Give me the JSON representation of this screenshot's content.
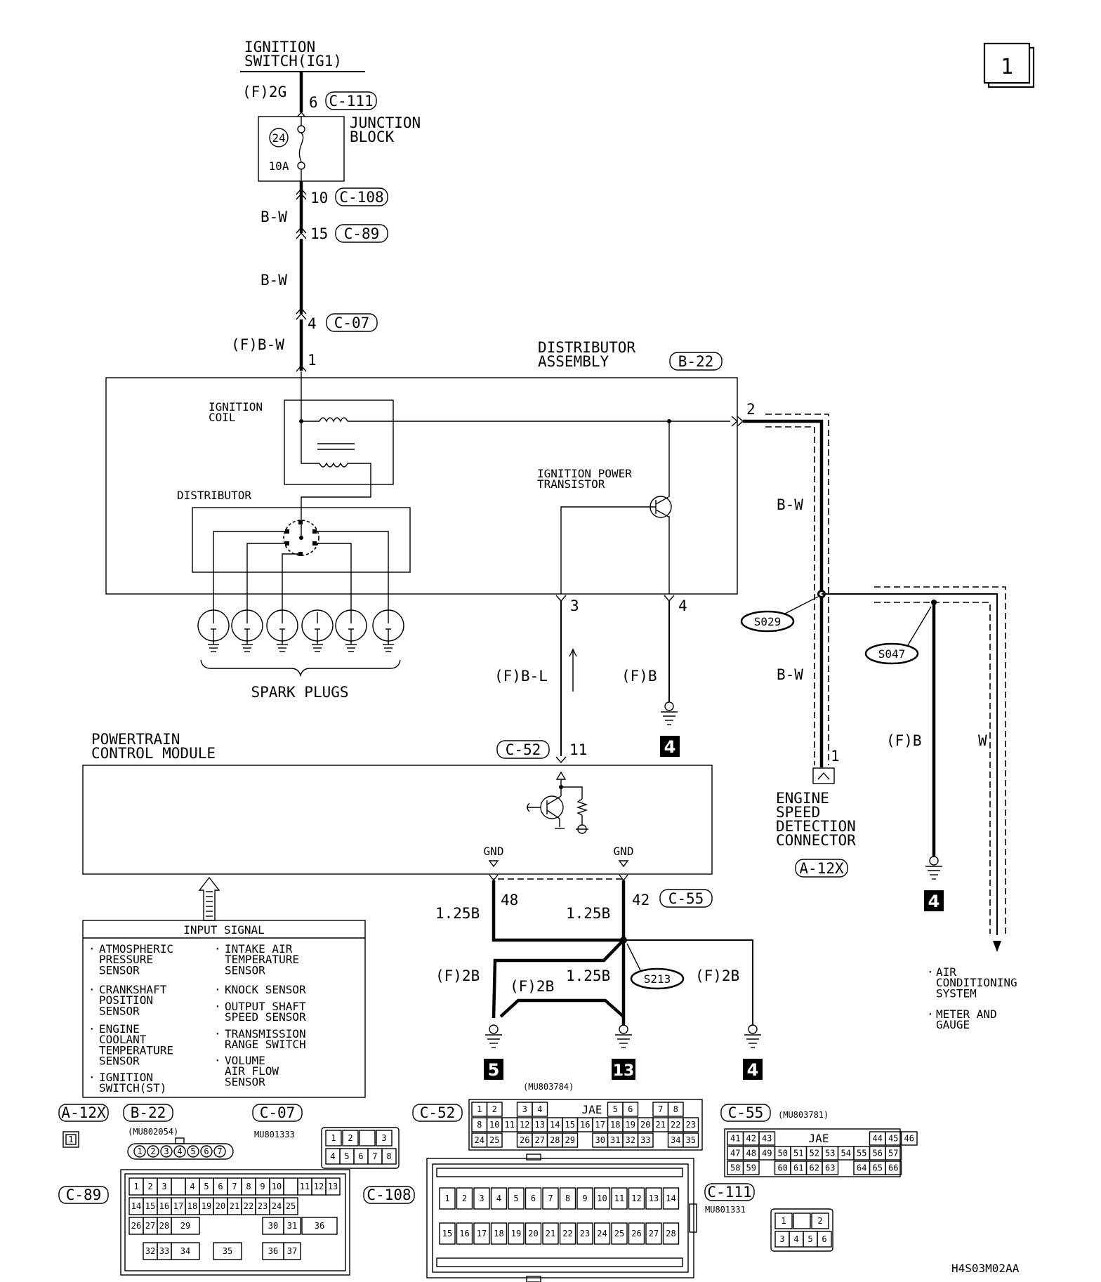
{
  "page_number": "1",
  "sources": {
    "ignition_switch": "IGNITION\nSWITCH(IG1)",
    "junction_block": "JUNCTION\nBLOCK",
    "fuse_no": "24",
    "fuse_amp": "10A"
  },
  "wires": {
    "f_2g": "(F)2G",
    "bw_1": "B-W",
    "bw_2": "B-W",
    "f_bw": "(F)B-W",
    "f_bl": "(F)B-L",
    "f_b_transistor": "(F)B",
    "bw_out_1": "B-W",
    "bw_out_2": "B-W",
    "f_b_s047": "(F)B",
    "w_ac": "W",
    "b125_48": "1.25B",
    "b125_42": "1.25B",
    "b125_mid": "1.25B",
    "f2b_left": "(F)2B",
    "f2b_mid": "(F)2B",
    "f2b_right": "(F)2B"
  },
  "pins": {
    "p6": "6",
    "p10": "10",
    "p15": "15",
    "p4": "4",
    "p1": "1",
    "p2": "2",
    "p3": "3",
    "p4b": "4",
    "p11": "11",
    "p1_conn": "1",
    "p48": "48",
    "p42": "42"
  },
  "connector_labels": {
    "c111": "C-111",
    "c108": "C-108",
    "c89": "C-89",
    "c07": "C-07",
    "b22": "B-22",
    "c52": "C-52",
    "c55": "C-55",
    "a12x": "A-12X"
  },
  "components": {
    "distributor_assembly": "DISTRIBUTOR\nASSEMBLY",
    "ignition_coil": "IGNITION\nCOIL",
    "distributor": "DISTRIBUTOR",
    "ignition_power_transistor": "IGNITION POWER\nTRANSISTOR",
    "spark_plugs": "SPARK PLUGS",
    "pcm": "POWERTRAIN\nCONTROL MODULE",
    "engine_speed_connector": "ENGINE\nSPEED\nDETECTION\nCONNECTOR",
    "gnd_left": "GND",
    "gnd_right": "GND"
  },
  "splices": {
    "s029": "S029",
    "s047": "S047",
    "s213": "S213"
  },
  "grounds": {
    "g4a": "4",
    "g4b": "4",
    "g5": "5",
    "g13": "13",
    "g4c": "4"
  },
  "input_signal": {
    "title": "INPUT SIGNAL",
    "left": [
      "ATMOSPHERIC\nPRESSURE\nSENSOR",
      "CRANKSHAFT\nPOSITION\nSENSOR",
      "ENGINE\nCOOLANT\nTEMPERATURE\nSENSOR",
      "IGNITION\nSWITCH(ST)"
    ],
    "right": [
      "INTAKE AIR\nTEMPERATURE\nSENSOR",
      "KNOCK SENSOR",
      "OUTPUT SHAFT\nSPEED SENSOR",
      "TRANSMISSION\nRANGE SWITCH",
      "VOLUME\nAIR FLOW\nSENSOR"
    ]
  },
  "destinations": [
    "AIR\nCONDITIONING\nSYSTEM",
    "METER AND\nGAUGE"
  ],
  "connector_views": {
    "a12x": {
      "label": "A-12X",
      "pins": [
        "1"
      ]
    },
    "b22": {
      "label": "B-22",
      "part": "(MU802054)",
      "pins": [
        "1",
        "2",
        "3",
        "4",
        "5",
        "6",
        "7"
      ]
    },
    "c07": {
      "label": "C-07",
      "part": "MU801333",
      "pins": [
        "1",
        "2",
        "",
        "3",
        "4",
        "5",
        "6",
        "7",
        "8"
      ]
    },
    "c52": {
      "label": "C-52",
      "part": "(MU803784)",
      "maker": "JAE",
      "row1": [
        "1",
        "2",
        "",
        "3",
        "4",
        "",
        "",
        "",
        "",
        "5",
        "6",
        "",
        "7",
        "8"
      ],
      "row2": [
        "8",
        "10",
        "11",
        "12",
        "13",
        "14",
        "15",
        "16",
        "17",
        "18",
        "19",
        "20",
        "21",
        "22",
        "23"
      ],
      "row3": [
        "24",
        "25",
        "",
        "26",
        "27",
        "28",
        "29",
        "",
        "30",
        "31",
        "32",
        "33",
        "",
        "34",
        "35"
      ]
    },
    "c55": {
      "label": "C-55",
      "part": "(MU803781)",
      "maker": "JAE",
      "row1": [
        "41",
        "42",
        "43",
        "",
        "",
        "",
        "",
        "",
        "",
        "44",
        "45",
        "46"
      ],
      "row2": [
        "47",
        "48",
        "49",
        "50",
        "51",
        "52",
        "53",
        "54",
        "55",
        "56",
        "57"
      ],
      "row3": [
        "58",
        "59",
        "",
        "60",
        "61",
        "62",
        "63",
        "",
        "64",
        "65",
        "66"
      ]
    },
    "c89": {
      "label": "C-89",
      "row1": [
        "1",
        "2",
        "3",
        "",
        "4",
        "5",
        "6",
        "7",
        "8",
        "9",
        "10",
        "",
        "11",
        "12",
        "13"
      ],
      "row2": [
        "14",
        "15",
        "16",
        "17",
        "18",
        "19",
        "20",
        "21",
        "22",
        "23",
        "24",
        "25"
      ],
      "row3": [
        "26",
        "27",
        "28",
        "29",
        "30",
        "31",
        "36"
      ],
      "row4": [
        "32",
        "33",
        "34",
        "35",
        "36",
        "37"
      ]
    },
    "c108": {
      "label": "C-108",
      "row1": [
        "1",
        "2",
        "3",
        "4",
        "5",
        "6",
        "7",
        "8",
        "9",
        "10",
        "11",
        "12",
        "13",
        "14"
      ],
      "row2": [
        "15",
        "16",
        "17",
        "18",
        "19",
        "20",
        "21",
        "22",
        "23",
        "24",
        "25",
        "26",
        "27",
        "28"
      ]
    },
    "c111": {
      "label": "C-111",
      "part": "MU801331",
      "pins": [
        "1",
        "",
        "2",
        "3",
        "4",
        "5",
        "6"
      ]
    }
  },
  "diagram_code": "H4S03M02AA"
}
